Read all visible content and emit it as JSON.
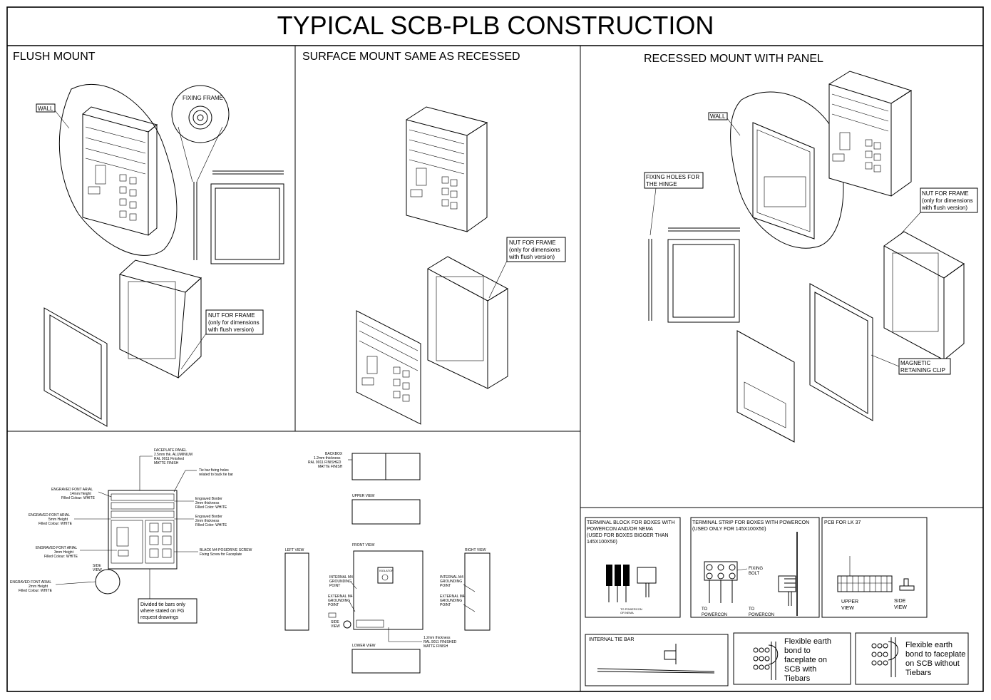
{
  "title": "TYPICAL SCB-PLB CONSTRUCTION",
  "flush": {
    "heading": "FLUSH MOUNT",
    "wall": "WALL",
    "fixing_frame": "FIXING FRAME",
    "nut": [
      "NUT FOR FRAME",
      "(only for dimensions",
      "with flush version)"
    ]
  },
  "surface": {
    "heading": "SURFACE MOUNT SAME AS RECESSED",
    "nut": [
      "NUT FOR FRAME",
      "(only for dimensions",
      "with flush version)"
    ]
  },
  "recessed": {
    "heading": "RECESSED MOUNT WITH PANEL",
    "wall": "WALL",
    "hinge": [
      "FIXING HOLES FOR",
      "THE HINGE"
    ],
    "nut": [
      "NUT FOR FRAME",
      "(only for dimensions",
      "with flush version)"
    ],
    "clip": [
      "MAGNETIC",
      "RETAINING CLIP"
    ]
  },
  "detail": {
    "faceplate": [
      "FACEPLATE PANEL",
      "2.5mm thk. ALUMINIUM",
      "RAL 9011 Finished",
      "MATTE FINISH"
    ],
    "tiebar_holes": [
      "Tie bar fixing holes",
      "related to back tie bar"
    ],
    "font14": [
      "ENGRAVED FONT ARIAL",
      "14mm Height",
      "Filled Colour: WHITE"
    ],
    "border1": [
      "Engraved Border",
      "2mm thickness",
      "Filled Color: WHITE"
    ],
    "font5": [
      "ENGRAVED FONT ARIAL",
      "5mm Height",
      "Filled Colour: WHITE"
    ],
    "border2": [
      "Engraved Border",
      "2mm thickness",
      "Filled Color: WHITE"
    ],
    "font3": [
      "ENGRAVED FONT ARIAL",
      "3mm Height",
      "Filled Colour: WHITE"
    ],
    "screw": [
      "BLACK M4 POSIDRIVE SCREW",
      "Fixing Screw for Faceplate"
    ],
    "font2": [
      "ENGRAVED FONT ARIAL",
      "2mm Height",
      "Filled Colour: WHITE"
    ],
    "side_view": [
      "SIDE",
      "VIEW"
    ],
    "divided": [
      "Divided tie bars only",
      "where stated on FG",
      "request drawings"
    ]
  },
  "views": {
    "backbox": [
      "BACKBOX",
      "1.2mm thickness",
      "RAL 9011 FINISHED",
      "MATTE FINISH"
    ],
    "upper": "UPPER VIEW",
    "front": "FRONT VIEW",
    "left": "LEFT VIEW",
    "right": "RIGHT VIEW",
    "lower": "LOWER VIEW",
    "isolator": "ISOLATOR",
    "int_ground_l": [
      "INTERNAL M4",
      "GROUNDING",
      "POINT"
    ],
    "ext_ground_l": [
      "EXTERNAL M4",
      "GROUNDING",
      "POINT"
    ],
    "int_ground_r": [
      "INTERNAL M4",
      "GROUNDING",
      "POINT"
    ],
    "ext_ground_r": [
      "EXTERNAL M4",
      "GROUNDING",
      "POINT"
    ],
    "side": [
      "SIDE",
      "VIEW"
    ],
    "thickness": [
      "1.2mm thickness",
      "RAL 9011 FINISHED",
      "MATTE FINISH"
    ]
  },
  "terminal_block": {
    "title": [
      "TERMINAL BLOCK FOR BOXES WITH",
      "POWERCON AND/OR NEMA",
      "(USED FOR BOXES BIGGER THAN",
      "145X100X50)"
    ],
    "note": [
      "TO POWERCON",
      "OR NEMA"
    ]
  },
  "terminal_strip": {
    "title": [
      "TERMINAL STRIP FOR BOXES WITH POWERCON",
      "(USED ONLY FOR 145X100X50)"
    ],
    "fixing": [
      "FIXING",
      "BOLT"
    ],
    "to1": [
      "TO",
      "POWERCON"
    ],
    "to2": [
      "TO",
      "POWERCON"
    ]
  },
  "pcb": {
    "title": "PCB FOR LK 37",
    "upper": [
      "UPPER",
      "VIEW"
    ],
    "side": [
      "SIDE",
      "VIEW"
    ]
  },
  "tiebar": {
    "title": "INTERNAL TIE BAR"
  },
  "earth_with": [
    "Flexible earth",
    "bond to",
    "faceplate on",
    "SCB with",
    "Tiebars"
  ],
  "earth_without": [
    "Flexible earth",
    "bond to faceplate",
    "on SCB without",
    "Tiebars"
  ]
}
